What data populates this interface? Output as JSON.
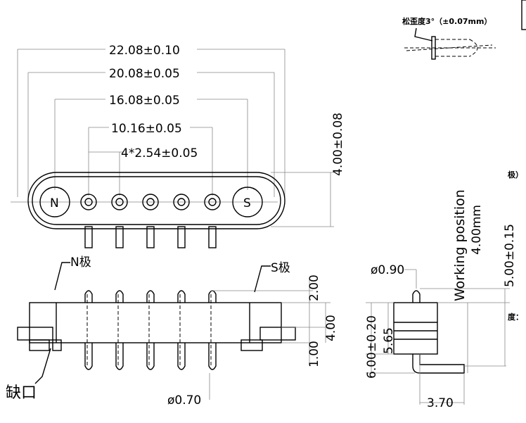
{
  "top_view": {
    "dims": [
      "22.08±0.10",
      "20.08±0.05",
      "16.08±0.05",
      "10.16±0.05",
      "4*2.54±0.05"
    ],
    "height_dim": "4.00±0.08",
    "pole_n": "N",
    "pole_s": "S"
  },
  "front_view": {
    "label_n": "N极",
    "label_s": "S极",
    "label_notch": "缺口",
    "pin_dia": "ø0.70",
    "dim_top": "2.00",
    "dim_total": "4.00",
    "dim_bottom": "1.00"
  },
  "side_view": {
    "pin_dia": "ø0.90",
    "height_total": "6.00±0.20",
    "height_body": "5.65",
    "width": "3.70",
    "working_position": "Working position",
    "working_value": "4.00mm",
    "pin_height": "5.00±0.15"
  },
  "tolerance_note": "松歪度3°（±0.07mm）",
  "cut_text_1": "极）",
  "cut_text_2": "度："
}
